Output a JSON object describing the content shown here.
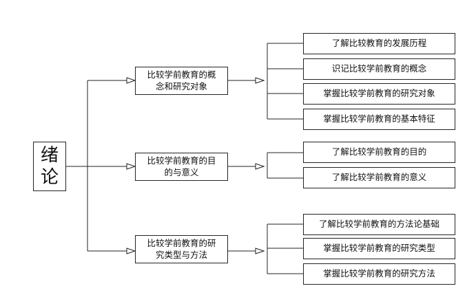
{
  "root": {
    "label": "绪\n论"
  },
  "branches": [
    {
      "label": "比较学前教育的概\n念和研究对象",
      "items": [
        "了解比较教育的发展历程",
        "识记比较学前教育的概念",
        "掌握比较学前教育的研究对象",
        "掌握比较学前教育的基本特征"
      ]
    },
    {
      "label": "比较学前教育的目\n的与意义",
      "items": [
        "了解比较学前教育的目的",
        "了解比较学前教育的意义"
      ]
    },
    {
      "label": "比较学前教育的研\n究类型与方法",
      "items": [
        "了解比较学前教育的方法论基础",
        "掌握比较学前教育的研究类型",
        "掌握比较学前教育的研究方法"
      ]
    }
  ]
}
